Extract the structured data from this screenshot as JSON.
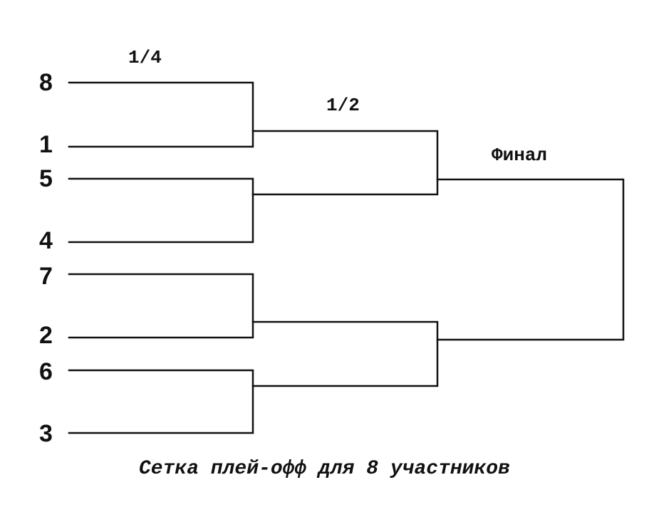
{
  "rounds": {
    "quarter": "1/4",
    "semi": "1/2",
    "final": "Финал"
  },
  "seeds": [
    "8",
    "1",
    "5",
    "4",
    "7",
    "2",
    "6",
    "3"
  ],
  "caption": "Сетка плей-офф для 8 участников",
  "colors": {
    "line": "#111111",
    "text": "#111111",
    "background": "#ffffff"
  }
}
